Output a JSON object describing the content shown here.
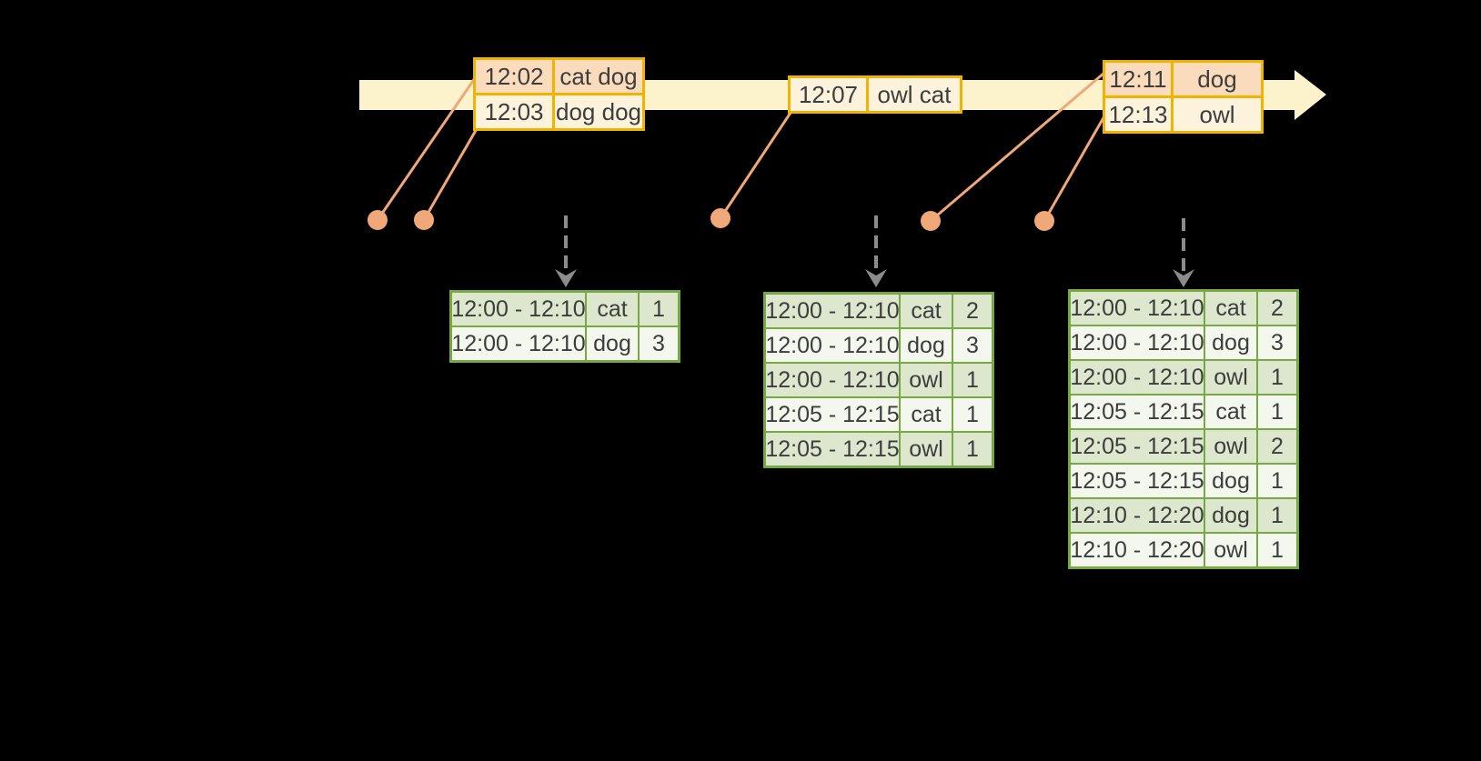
{
  "diagram": {
    "colors": {
      "background": "#000000",
      "timeline-fill": "#FCF2CC",
      "event-border": "#F0B400",
      "event-cell-peach": "#FADCBD",
      "event-cell-cream": "#FDF3DC",
      "marker-orange": "#F0A878",
      "arrow-gray": "#8C8C8C",
      "result-border": "#76A843",
      "result-cell-green": "#DCE7CD",
      "result-cell-white": "#F3F7EE",
      "text": "#3D3D3D"
    },
    "event_tables": [
      {
        "rows": [
          {
            "time": "12:02",
            "words": "cat dog"
          },
          {
            "time": "12:03",
            "words": "dog dog"
          }
        ]
      },
      {
        "rows": [
          {
            "time": "12:07",
            "words": "owl cat"
          }
        ]
      },
      {
        "rows": [
          {
            "time": "12:11",
            "words": "dog"
          },
          {
            "time": "12:13",
            "words": "owl"
          }
        ]
      }
    ],
    "result_tables": [
      {
        "rows": [
          {
            "window": "12:00 - 12:10",
            "word": "cat",
            "count": "1"
          },
          {
            "window": "12:00 - 12:10",
            "word": "dog",
            "count": "3"
          }
        ]
      },
      {
        "rows": [
          {
            "window": "12:00 - 12:10",
            "word": "cat",
            "count": "2"
          },
          {
            "window": "12:00 - 12:10",
            "word": "dog",
            "count": "3"
          },
          {
            "window": "12:00 - 12:10",
            "word": "owl",
            "count": "1"
          },
          {
            "window": "12:05 - 12:15",
            "word": "cat",
            "count": "1"
          },
          {
            "window": "12:05 - 12:15",
            "word": "owl",
            "count": "1"
          }
        ]
      },
      {
        "rows": [
          {
            "window": "12:00 - 12:10",
            "word": "cat",
            "count": "2"
          },
          {
            "window": "12:00 - 12:10",
            "word": "dog",
            "count": "3"
          },
          {
            "window": "12:00 - 12:10",
            "word": "owl",
            "count": "1"
          },
          {
            "window": "12:05 - 12:15",
            "word": "cat",
            "count": "1"
          },
          {
            "window": "12:05 - 12:15",
            "word": "owl",
            "count": "2"
          },
          {
            "window": "12:05 - 12:15",
            "word": "dog",
            "count": "1"
          },
          {
            "window": "12:10 - 12:20",
            "word": "dog",
            "count": "1"
          },
          {
            "window": "12:10 - 12:20",
            "word": "owl",
            "count": "1"
          }
        ]
      }
    ]
  }
}
